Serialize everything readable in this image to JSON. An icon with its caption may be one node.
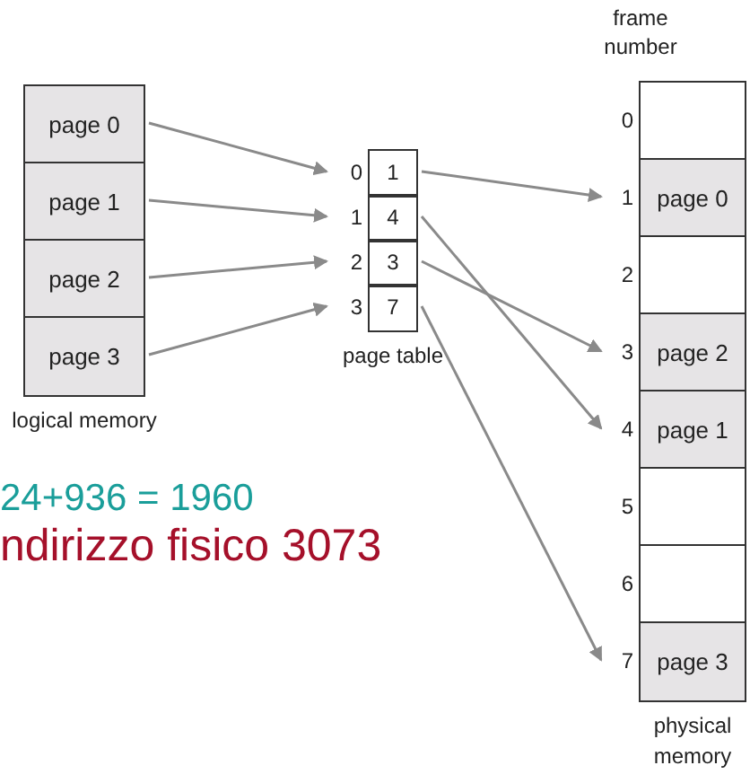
{
  "diagram": {
    "nodes": [
      {
        "text": [
          "logical memory"
        ]
      },
      {
        "text": [
          "page 0"
        ],
        "in": 0
      },
      {
        "text": [
          "page 1"
        ],
        "in": 0
      },
      {
        "text": [
          "page 2"
        ],
        "in": 0
      },
      {
        "text": [
          "page 3"
        ],
        "in": 0
      },
      {
        "text": [
          "page table"
        ]
      },
      {
        "text": [
          "1"
        ],
        "in": 5,
        "beside": [
          "0"
        ]
      },
      {
        "text": [
          "4"
        ],
        "in": 5,
        "beside": [
          "1"
        ]
      },
      {
        "text": [
          "3"
        ],
        "in": 5,
        "beside": [
          "2"
        ]
      },
      {
        "text": [
          "7"
        ],
        "in": 5,
        "beside": [
          "3"
        ]
      },
      {
        "text": [
          "physical memory"
        ]
      },
      {
        "text": [],
        "shape": "box",
        "in": 10,
        "beside": [
          "0"
        ]
      },
      {
        "text": [
          "page 0"
        ],
        "in": 10,
        "beside": [
          "1"
        ]
      },
      {
        "text": [],
        "shape": "box",
        "in": 10,
        "beside": [
          "2"
        ]
      },
      {
        "text": [
          "page 2"
        ],
        "in": 10,
        "beside": [
          "3"
        ]
      },
      {
        "text": [
          "page 1"
        ],
        "in": 10,
        "beside": [
          "4"
        ]
      },
      {
        "text": [],
        "shape": "box",
        "in": 10,
        "beside": [
          "5"
        ]
      },
      {
        "text": [],
        "shape": "box",
        "in": 10,
        "beside": [
          "6"
        ]
      },
      {
        "text": [
          "page 3"
        ],
        "in": 10,
        "beside": [
          "7"
        ]
      }
    ],
    "edges": [
      {
        "from": 1,
        "to": 6,
        "arrow": "to"
      },
      {
        "from": 2,
        "to": 7,
        "arrow": "to"
      },
      {
        "from": 3,
        "to": 8,
        "arrow": "to"
      },
      {
        "from": 4,
        "to": 9,
        "arrow": "to"
      },
      {
        "from": 6,
        "to": 12,
        "arrow": "to"
      },
      {
        "from": 7,
        "to": 15,
        "arrow": "to"
      },
      {
        "from": 8,
        "to": 14,
        "arrow": "to"
      },
      {
        "from": 9,
        "to": 18,
        "arrow": "to"
      }
    ],
    "labels": [
      "frame number",
      "24+936 = 1960",
      "ndirizzo fisico 3073"
    ]
  }
}
